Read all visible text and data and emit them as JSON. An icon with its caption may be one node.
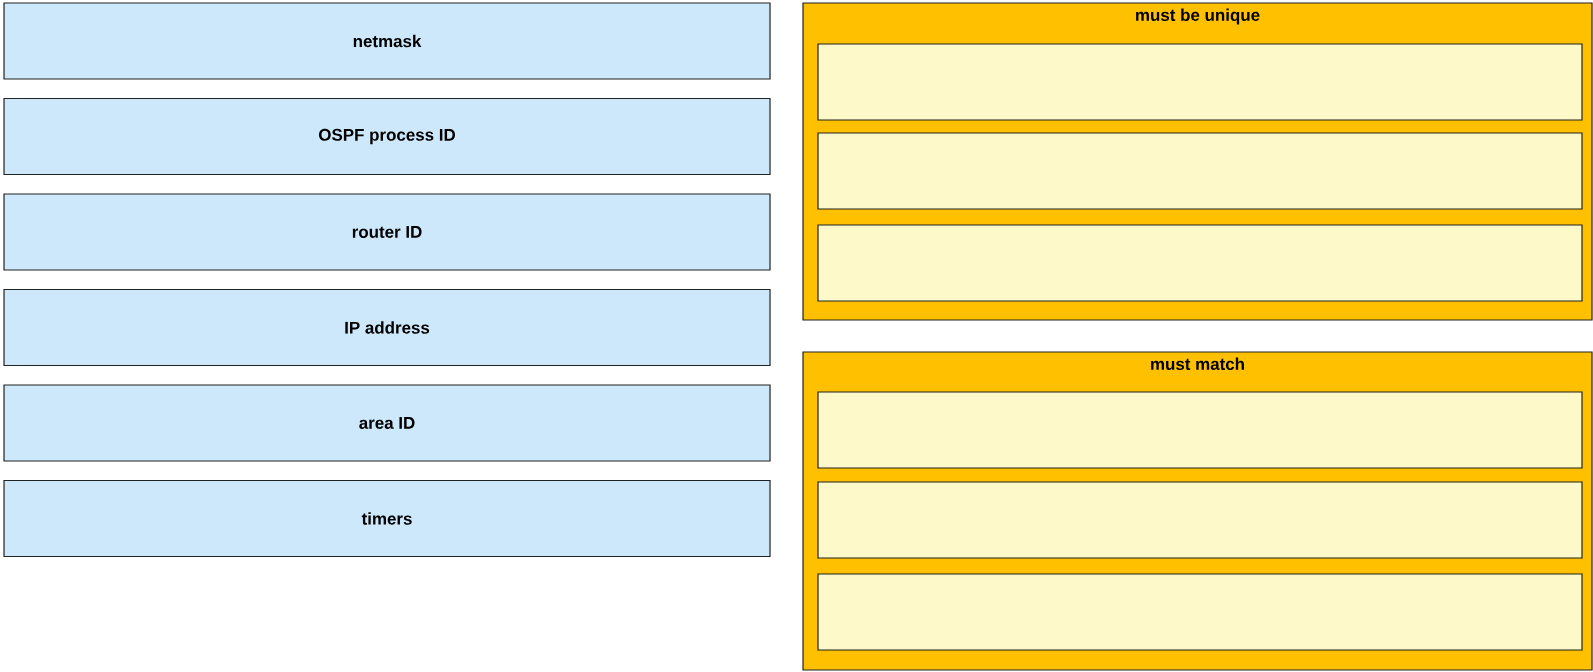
{
  "diagram": {
    "nodes": [
      {
        "text": [
          "netmask"
        ]
      },
      {
        "text": [
          "OSPF process ID"
        ]
      },
      {
        "text": [
          "router ID"
        ]
      },
      {
        "text": [
          "IP address"
        ]
      },
      {
        "text": [
          "area ID"
        ]
      },
      {
        "text": [
          "timers"
        ]
      },
      {
        "text": [
          "must be unique"
        ]
      },
      {
        "text": [],
        "shape": "box",
        "in": 6
      },
      {
        "text": [],
        "shape": "box",
        "in": 6
      },
      {
        "text": [],
        "shape": "box",
        "in": 6
      },
      {
        "text": [
          "must match"
        ]
      },
      {
        "text": [],
        "shape": "box",
        "in": 10
      },
      {
        "text": [],
        "shape": "box",
        "in": 10
      },
      {
        "text": [],
        "shape": "box",
        "in": 10
      }
    ]
  }
}
